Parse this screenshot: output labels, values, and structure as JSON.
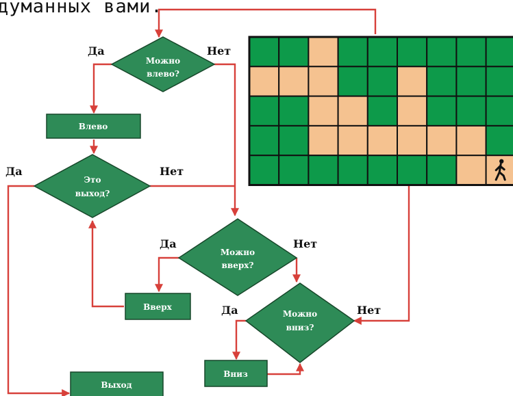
{
  "header_text": "думанных вами.",
  "flowchart": {
    "decisions": {
      "left": {
        "line1": "Можно",
        "line2": "влево?"
      },
      "exit": {
        "line1": "Это",
        "line2": "выход?"
      },
      "up": {
        "line1": "Можно",
        "line2": "вверх?"
      },
      "down": {
        "line1": "Можно",
        "line2": "вниз?"
      }
    },
    "actions": {
      "left": "Влево",
      "up": "Вверх",
      "down": "Вниз",
      "exit": "Выход"
    },
    "branch_labels": {
      "yes": "Да",
      "no": "Нет"
    }
  },
  "maze": {
    "rows": 5,
    "cols": 9,
    "open_cells": [
      [
        0,
        2
      ],
      [
        1,
        0
      ],
      [
        1,
        1
      ],
      [
        1,
        2
      ],
      [
        1,
        5
      ],
      [
        2,
        2
      ],
      [
        2,
        3
      ],
      [
        2,
        5
      ],
      [
        3,
        2
      ],
      [
        3,
        3
      ],
      [
        3,
        4
      ],
      [
        3,
        5
      ],
      [
        3,
        6
      ],
      [
        3,
        7
      ],
      [
        4,
        7
      ],
      [
        4,
        8
      ]
    ],
    "walker_cell": [
      4,
      8
    ],
    "walker_icon": "walking-person-icon"
  },
  "colors": {
    "block_green": "#2e8b57",
    "block_border": "#17472a",
    "arrow_red": "#d7403a",
    "maze_wall": "#0d9a4a",
    "maze_path": "#f5c290",
    "maze_grid": "#111111"
  }
}
